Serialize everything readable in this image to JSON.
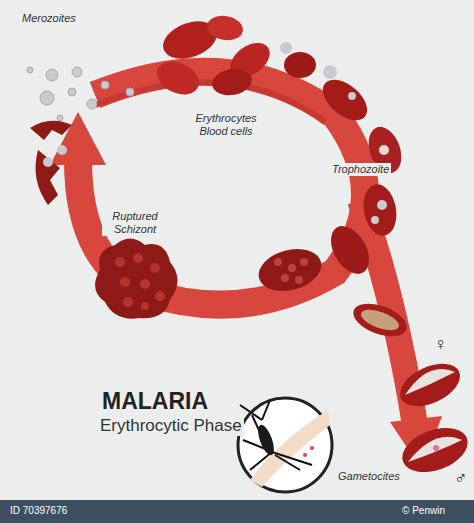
{
  "diagram": {
    "title": "MALARIA",
    "caption": "Erythrocytic Phase",
    "labels": [
      "Merozoites",
      "Erythrocytes Blood cells",
      "Trophozoite",
      "Ruptured Schizont",
      "♀",
      "Gametocites",
      "♂",
      "ID 70397676",
      "© Penwin"
    ]
  }
}
